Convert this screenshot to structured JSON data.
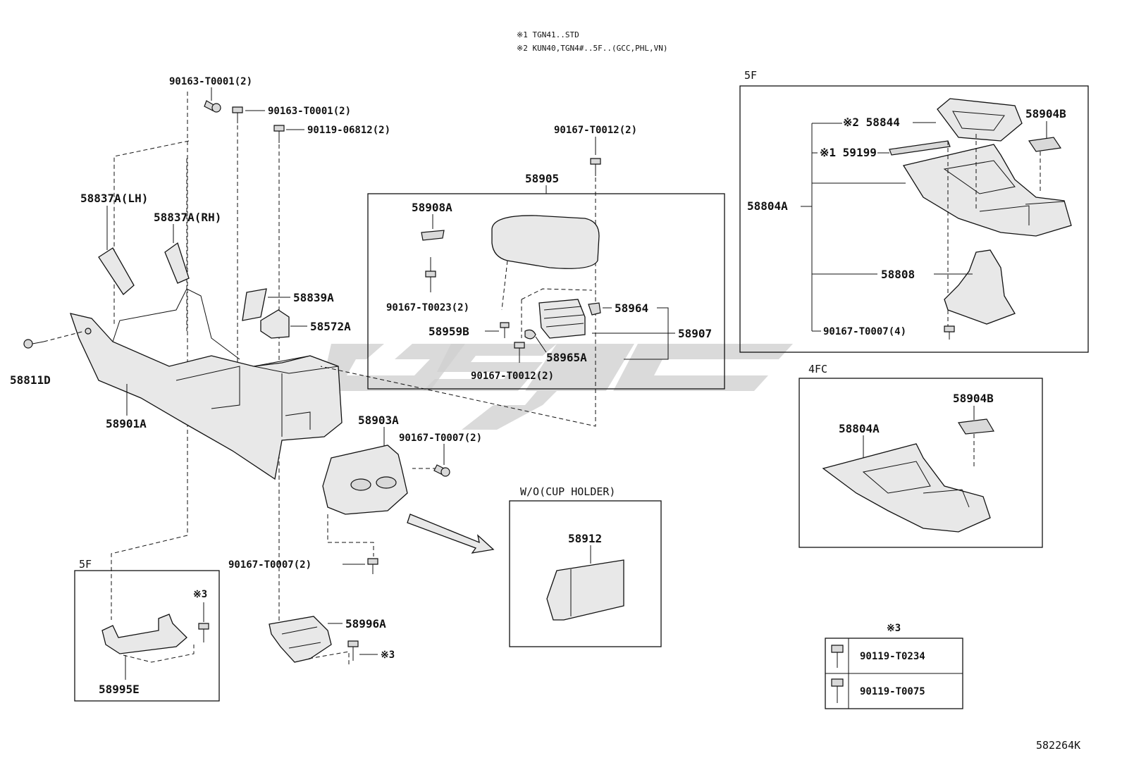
{
  "notes": {
    "n1": "※1 TGN41..STD",
    "n2": "※2 KUN40,TGN4#..5F..(GCC,PHL,VN)"
  },
  "groups": {
    "g5f_top": "5F",
    "g4fc": "4FC",
    "g_wo": "W/O(CUP HOLDER)",
    "g5f_bottom": "5F",
    "g_sym3": "※3"
  },
  "labels": {
    "p90163_a": "90163-T0001(2)",
    "p90163_b": "90163-T0001(2)",
    "p90119_06812": "90119-06812(2)",
    "p90167_t0012_top": "90167-T0012(2)",
    "p58905": "58905",
    "p58908A": "58908A",
    "p90167_t0023": "90167-T0023(2)",
    "p58959B": "58959B",
    "p58964": "58964",
    "p58907": "58907",
    "p58965A": "58965A",
    "p90167_t0012_in": "90167-T0012(2)",
    "p58837A_LH": "58837A(LH)",
    "p58837A_RH": "58837A(RH)",
    "p58839A": "58839A",
    "p58572A": "58572A",
    "p58811D": "58811D",
    "p58901A": "58901A",
    "p58903A": "58903A",
    "p90167_t0007_a": "90167-T0007(2)",
    "p90167_t0007_b": "90167-T0007(2)",
    "p58996A": "58996A",
    "p_sym3_right": "※3",
    "p_sym3_left": "※3",
    "p58995E": "58995E",
    "p58912": "58912",
    "p58844": "※2 58844",
    "p59199": "※1 59199",
    "p58904B_a": "58904B",
    "p58804A_a": "58804A",
    "p58808": "58808",
    "p90167_t0007_4": "90167-T0007(4)",
    "p58904B_b": "58904B",
    "p58804A_b": "58804A"
  },
  "legend_table": {
    "rows": [
      "90119-T0234",
      "90119-T0075"
    ]
  },
  "diagram_code": "582264K",
  "watermark": "GSPC"
}
